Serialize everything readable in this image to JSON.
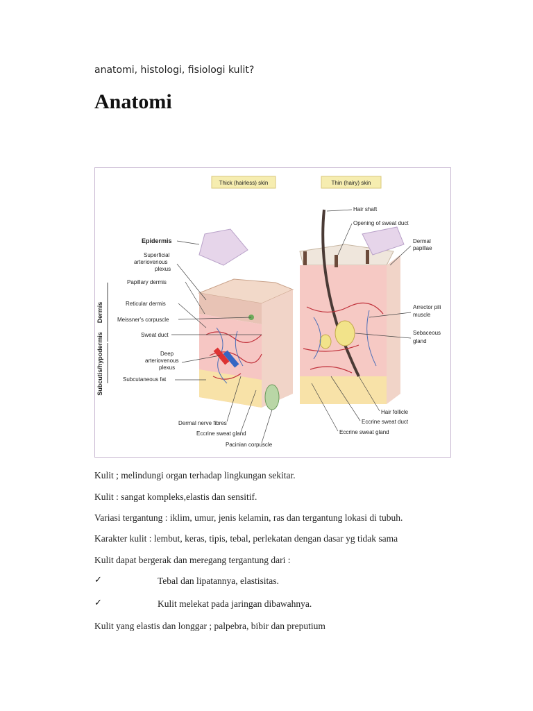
{
  "doc": {
    "subtitle": "anatomi, histologi, fisiologi kulit?",
    "heading": "Anatomi"
  },
  "figure": {
    "thick_title": "Thick (hairless) skin",
    "thin_title": "Thin (hairy) skin",
    "side_dermis": "Dermis",
    "side_subcutis": "Subcutis/hypodermis",
    "labels_left": {
      "epidermis": "Epidermis",
      "superficial": "Superficial",
      "arteriovenous": "arteriovenous",
      "plexus": "plexus",
      "papillary": "Papillary dermis",
      "reticular": "Reticular dermis",
      "meissner": "Meissner's corpuscle",
      "sweat_duct": "Sweat duct",
      "deep": "Deep",
      "deep_av": "arteriovenous",
      "deep_plexus": "plexus",
      "subcut_fat": "Subcutaneous fat",
      "nerve": "Dermal nerve fibres",
      "eccrine_gland": "Eccrine sweat gland",
      "pacinian": "Pacinian corpuscle"
    },
    "labels_right": {
      "hair_shaft": "Hair shaft",
      "opening": "Opening of sweat duct",
      "dermal": "Dermal",
      "papillae": "papillae",
      "arrector1": "Arrector pili",
      "arrector2": "muscle",
      "sebaceous1": "Sebaceous",
      "sebaceous2": "gland",
      "follicle": "Hair follicle",
      "eccrine_duct": "Eccrine sweat duct",
      "eccrine_gland": "Eccrine sweat gland"
    }
  },
  "paragraphs": [
    "Kulit ; melindungi organ terhadap  lingkungan sekitar.",
    "Kulit : sangat kompleks,elastis dan sensitif.",
    "Variasi tergantung : iklim, umur, jenis kelamin, ras dan tergantung lokasi di tubuh.",
    "Karakter kulit : lembut, keras, tipis, tebal, perlekatan dengan dasar yg tidak sama",
    "Kulit dapat bergerak dan meregang tergantung dari :"
  ],
  "checklist": {
    "mark": "✓",
    "items": [
      "Tebal dan lipatannya, elastisitas.",
      "Kulit melekat pada jaringan    dibawahnya."
    ]
  },
  "closing": "Kulit yang elastis dan longgar ; palpebra, bibir dan preputium"
}
